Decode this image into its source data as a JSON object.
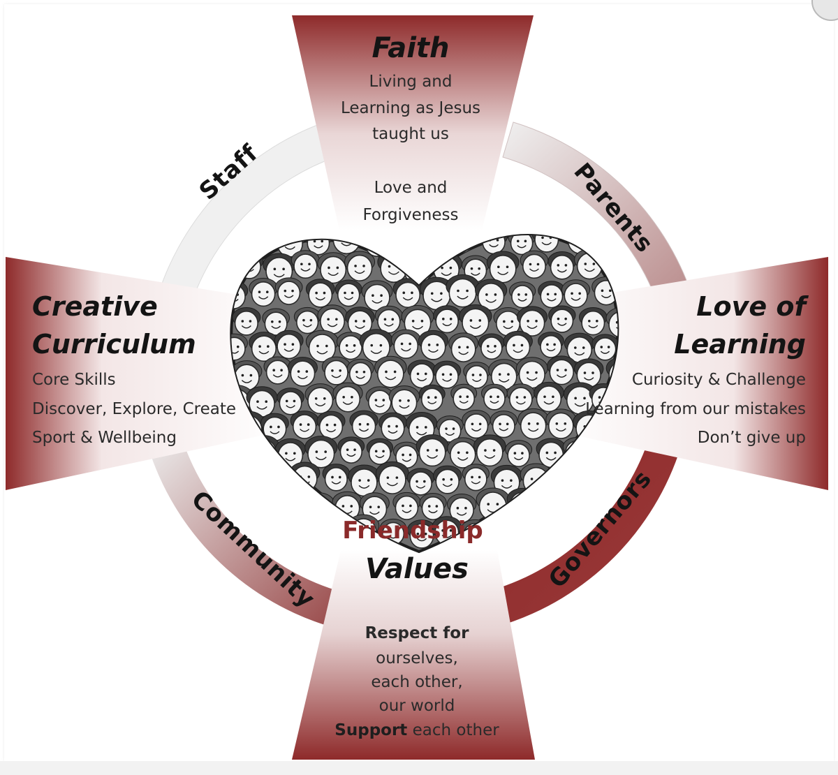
{
  "diagram": {
    "faith": {
      "title": "Faith",
      "lines": [
        "Living and",
        "Learning as Jesus",
        "taught us",
        "Love and",
        "Forgiveness"
      ]
    },
    "curriculum": {
      "title_line1": "Creative",
      "title_line2": "Curriculum",
      "lines": [
        "Core Skills",
        "Discover, Explore, Create",
        "Sport & Wellbeing"
      ]
    },
    "learning": {
      "title_line1": "Love of",
      "title_line2": "Learning",
      "lines": [
        "Curiosity & Challenge",
        "Learning from our mistakes",
        "Don’t give up"
      ]
    },
    "values": {
      "friendship": "Friendship",
      "title": "Values",
      "line1": "Respect for",
      "line2": "ourselves,",
      "line3": "each other,",
      "line4": "our world",
      "support_bold": "Support",
      "support_rest": " each other"
    },
    "ring": {
      "staff": "Staff",
      "parents": "Parents",
      "community": "Community",
      "governors": "Governors"
    },
    "colors": {
      "maroon": "#8e2a2a",
      "light": "#ffffff",
      "ring": "#ececec"
    }
  }
}
